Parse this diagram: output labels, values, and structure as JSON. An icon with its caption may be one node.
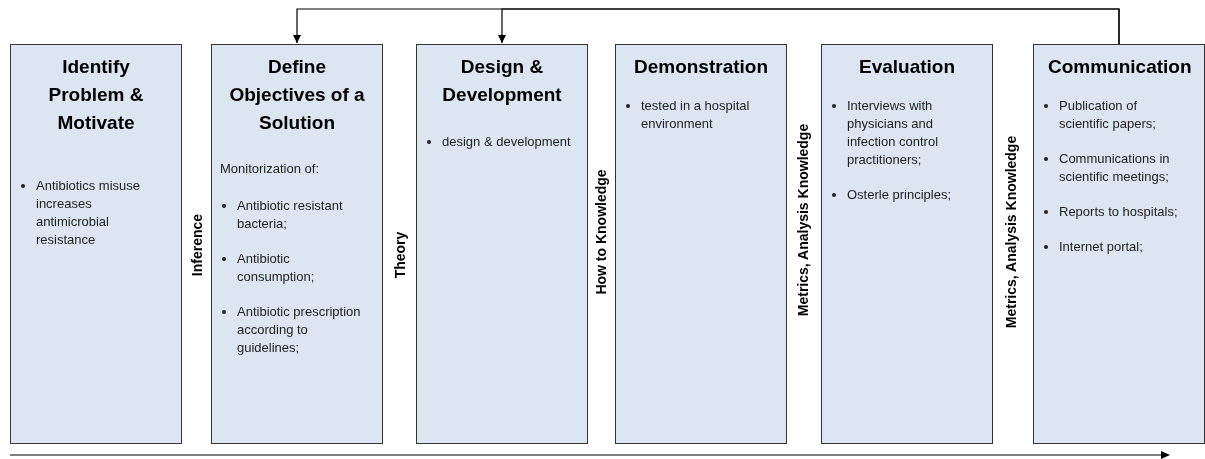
{
  "diagram": {
    "nodes": [
      {
        "text": [
          "Identify Problem & Motivate",
          "Antibiotics misuse increases antimicrobial resistance"
        ]
      },
      {
        "text": [
          "Define Objectives of a Solution",
          "Antibiotic resistant bacteria;",
          "Antibiotic consumption;",
          "Antibiotic prescription according to guidelines;"
        ]
      },
      {
        "text": [
          "Design & Development",
          "design & development"
        ]
      },
      {
        "text": [
          "Demonstration",
          "tested in a hospital environment"
        ]
      },
      {
        "text": [
          "Evaluation",
          "Interviews with physicians and infection control practitioners;",
          "Osterle principles;"
        ]
      },
      {
        "text": [
          "Communication",
          "Publication of scientific papers;",
          "Communications in scientific meetings;",
          "Reports to hospitals;",
          "Internet portal;"
        ]
      }
    ],
    "edges": [
      {
        "from": 5,
        "to": 1,
        "arrow": "to"
      },
      {
        "from": 5,
        "to": 2,
        "arrow": "to"
      }
    ],
    "labels": [
      "Inference",
      "Monitorization of:",
      "Theory",
      "How to Knowledge",
      "Metrics, Analysis Knowledge",
      "Metrics, Analysis Knowledge"
    ]
  }
}
